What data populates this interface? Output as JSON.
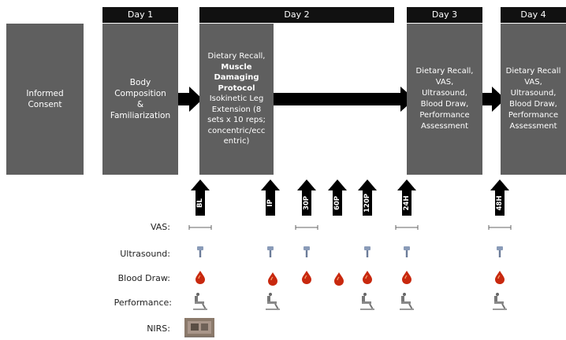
{
  "days": [
    {
      "label": "Day 1"
    },
    {
      "label": "Day 2"
    },
    {
      "label": "Day 3"
    },
    {
      "label": "Day 4"
    }
  ],
  "boxes": {
    "consent": [
      "Informed",
      "Consent"
    ],
    "day1": [
      "Body",
      "Composition",
      "&",
      "Familiarization"
    ],
    "day2": {
      "line1": "Dietary Recall,",
      "bold1": "Muscle",
      "bold2": "Damaging",
      "bold3": "Protocol",
      "rest": [
        "Isokinetic Leg",
        "Extension (8",
        "sets x 10 reps;",
        "concentric/ecc",
        "entric)"
      ]
    },
    "day3": [
      "Dietary Recall,",
      "VAS,",
      "Ultrasound,",
      "Blood Draw,",
      "Performance",
      "Assessment"
    ],
    "day4": [
      "Dietary Recall",
      "VAS,",
      "Ultrasound,",
      "Blood Draw,",
      "Performance",
      "Assessment"
    ]
  },
  "timepoints": [
    "BL",
    "IP",
    "30P",
    "60P",
    "120P",
    "24H",
    "48H"
  ],
  "rows": [
    "VAS:",
    "Ultrasound:",
    "Blood Draw:",
    "Performance:",
    "NIRS:"
  ],
  "colors": {
    "box": "#5f5f5f",
    "daybar": "#111111",
    "arrow": "#000000",
    "blood": "#c8280e",
    "probe": "#8a9bb8"
  }
}
